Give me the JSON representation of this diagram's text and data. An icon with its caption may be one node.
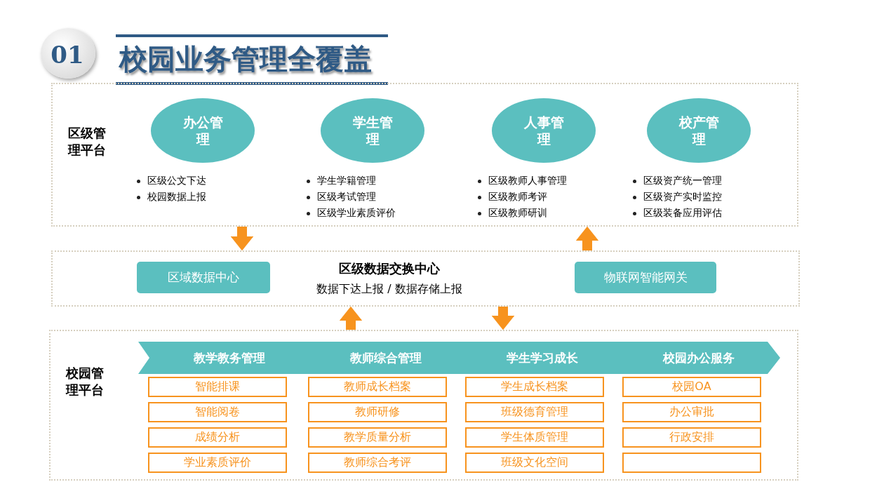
{
  "diagram": {
    "title": "校园业务管理全覆盖",
    "nodes": [
      {
        "text": [
          "区级管理平台"
        ]
      },
      {
        "text": [
          "办公管理"
        ],
        "in": 0,
        "beside": [
          "区级公文下达",
          "校园数据上报"
        ]
      },
      {
        "text": [
          "学生管理"
        ],
        "in": 0,
        "beside": [
          "学生学籍管理",
          "区级考试管理",
          "区级学业素质评价"
        ]
      },
      {
        "text": [
          "人事管理"
        ],
        "in": 0,
        "beside": [
          "区级教师人事管理",
          "区级教师考评",
          "区级教师研训"
        ]
      },
      {
        "text": [
          "校产管理"
        ],
        "in": 0,
        "beside": [
          "区级资产统一管理",
          "区级资产实时监控",
          "区级装备应用评估"
        ]
      },
      {
        "text": [
          "区级数据交换中心",
          "数据下达上报 / 数据存储上报"
        ]
      },
      {
        "text": [
          "区域数据中心"
        ],
        "in": 5
      },
      {
        "text": [
          "物联网智能网关"
        ],
        "in": 5
      },
      {
        "text": [
          "校园管理平台"
        ]
      },
      {
        "text": [
          "教学教务管理",
          "教师综合管理",
          "学生学习成长",
          "校园办公服务"
        ],
        "in": 8
      },
      {
        "text": [
          "智能排课"
        ],
        "in": 8
      },
      {
        "text": [
          "智能阅卷"
        ],
        "in": 8
      },
      {
        "text": [
          "成绩分析"
        ],
        "in": 8
      },
      {
        "text": [
          "学业素质评价"
        ],
        "in": 8
      },
      {
        "text": [
          "教师成长档案"
        ],
        "in": 8
      },
      {
        "text": [
          "教师研修"
        ],
        "in": 8
      },
      {
        "text": [
          "教学质量分析"
        ],
        "in": 8
      },
      {
        "text": [
          "教师综合考评"
        ],
        "in": 8
      },
      {
        "text": [
          "学生成长档案"
        ],
        "in": 8
      },
      {
        "text": [
          "班级德育管理"
        ],
        "in": 8
      },
      {
        "text": [
          "学生体质管理"
        ],
        "in": 8
      },
      {
        "text": [
          "班级文化空间"
        ],
        "in": 8
      },
      {
        "text": [
          "校园OA"
        ],
        "in": 8
      },
      {
        "text": [
          "办公审批"
        ],
        "in": 8
      },
      {
        "text": [
          "行政安排"
        ],
        "in": 8
      },
      {
        "text": [],
        "shape": "box",
        "in": 8
      }
    ],
    "edges": [
      {
        "from": 0,
        "to": 5,
        "arrow": "to"
      },
      {
        "from": 5,
        "to": 0,
        "arrow": "to"
      },
      {
        "from": 8,
        "to": 5,
        "arrow": "to"
      },
      {
        "from": 5,
        "to": 8,
        "arrow": "to"
      }
    ],
    "labels": [
      "01"
    ]
  }
}
